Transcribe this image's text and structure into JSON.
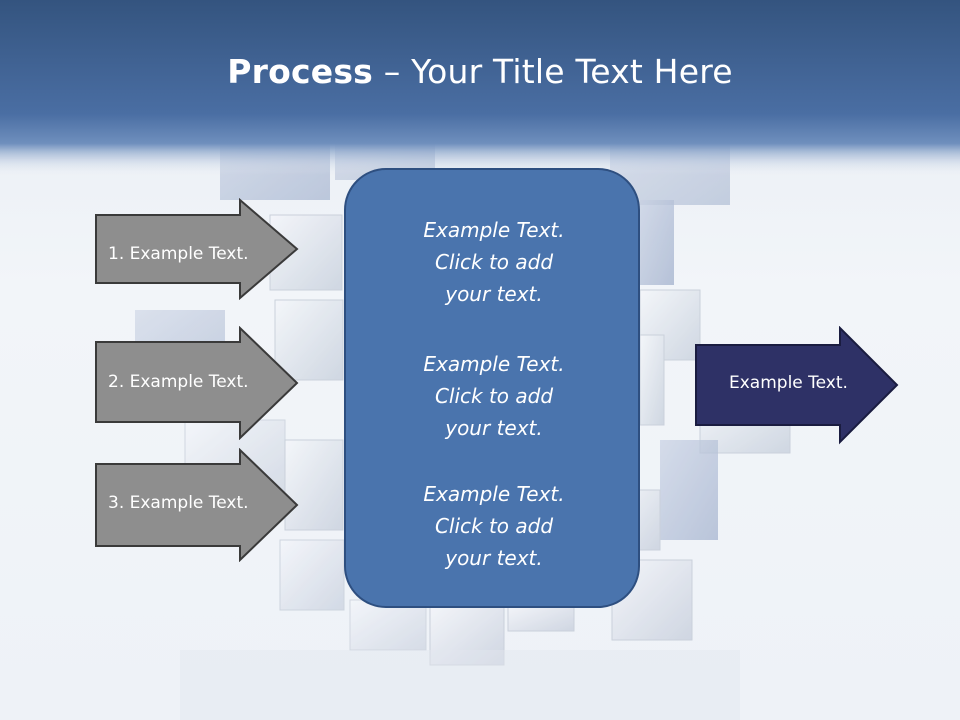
{
  "slide": {
    "title_bold": "Process",
    "title_rest": " – Your Title Text Here"
  },
  "inputs": [
    {
      "label": "1. Example Text."
    },
    {
      "label": "2. Example Text."
    },
    {
      "label": "3. Example Text."
    }
  ],
  "center": {
    "blocks": [
      {
        "line1": "Example Text.",
        "line2": "Click  to add",
        "line3": "your text."
      },
      {
        "line1": "Example Text.",
        "line2": "Click  to add",
        "line3": "your text."
      },
      {
        "line1": "Example Text.",
        "line2": "Click  to add",
        "line3": "your text."
      }
    ]
  },
  "output": {
    "label": "Example Text."
  },
  "colors": {
    "header": "#3f6396",
    "input_arrow": "#8e8e8e",
    "center_box": "#4a74ad",
    "output_arrow": "#2e3166"
  }
}
